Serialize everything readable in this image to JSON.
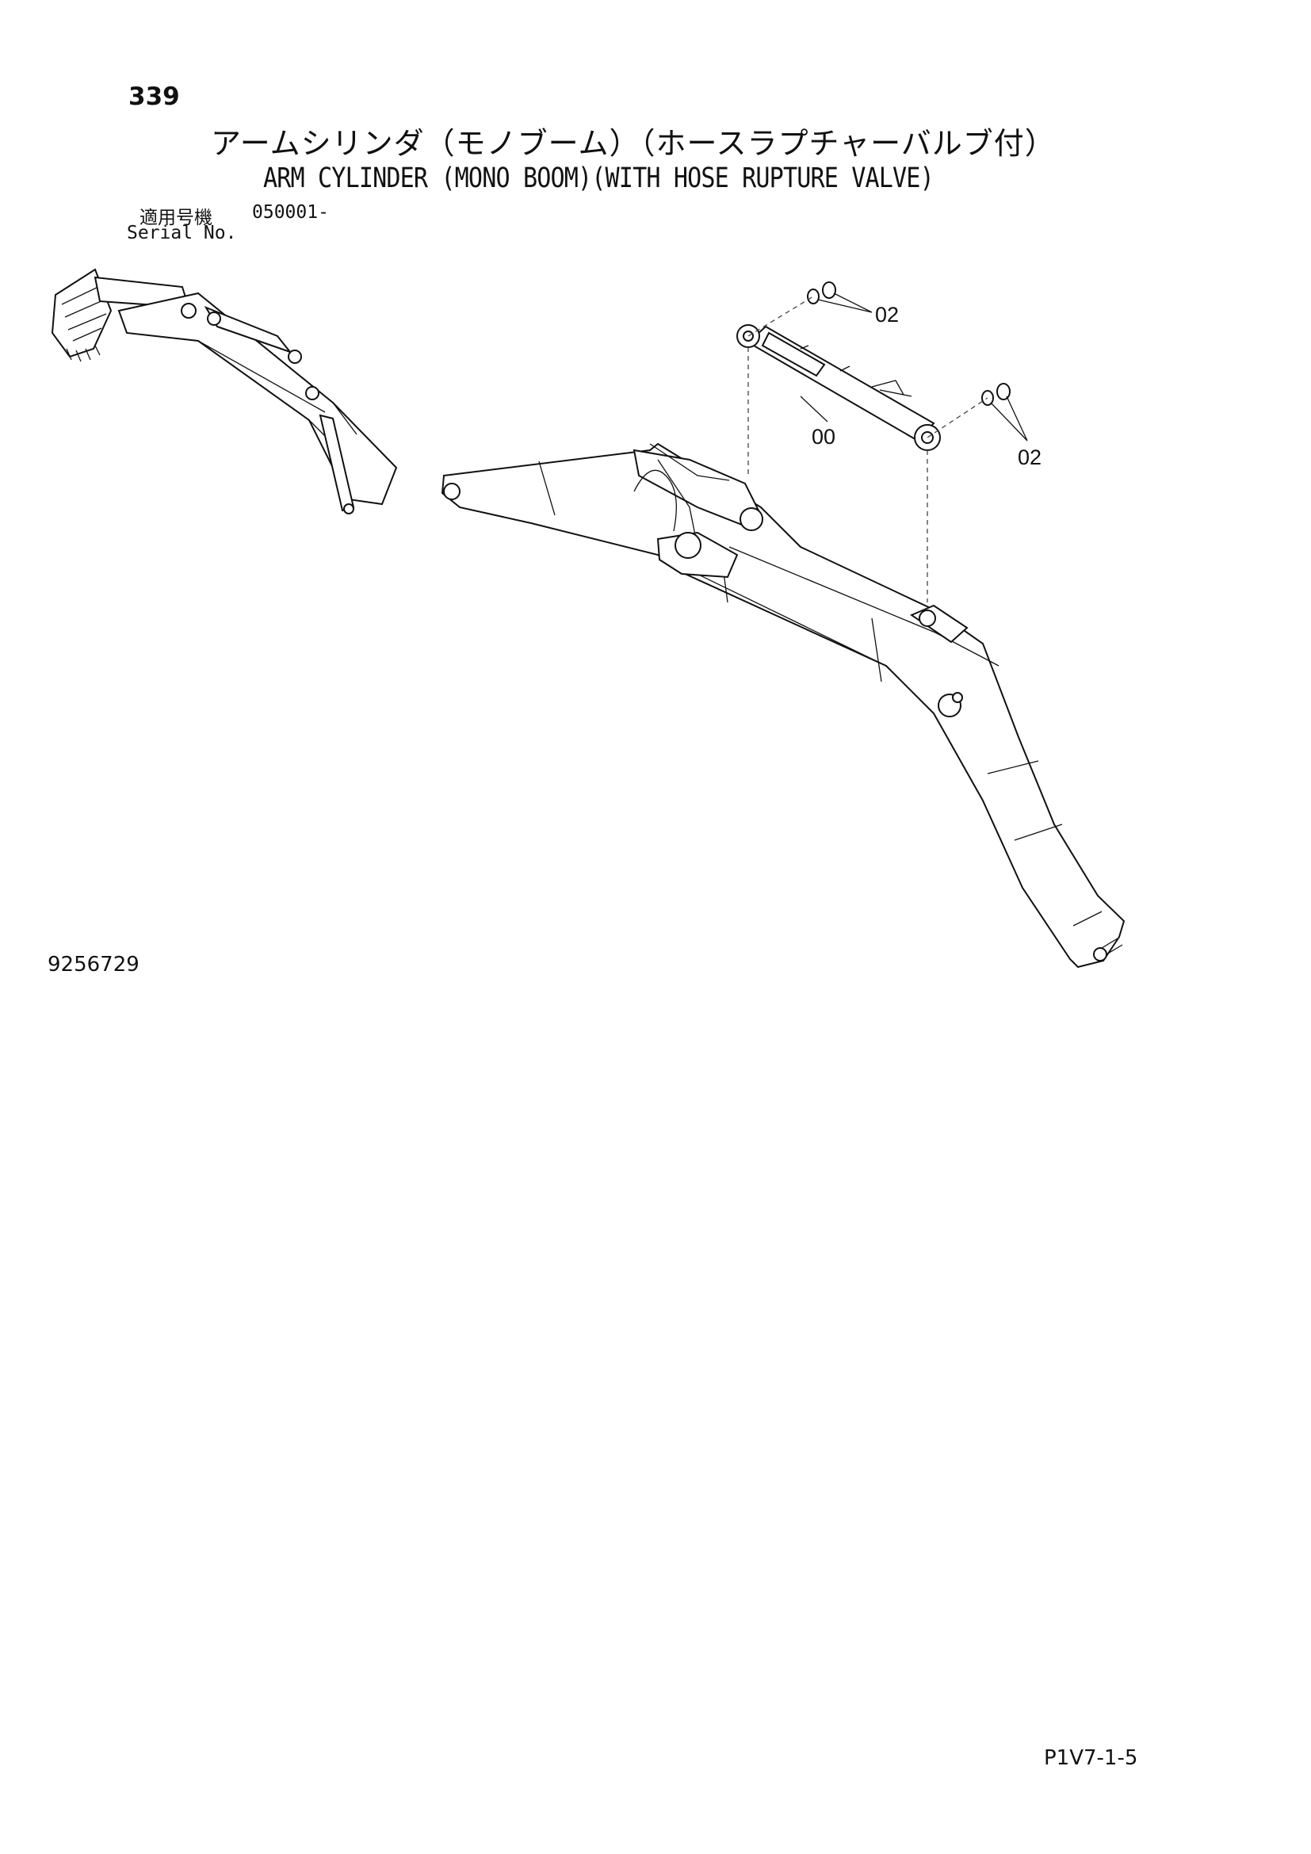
{
  "page": {
    "number": "339",
    "title_jp": "アームシリンダ（モノブーム）（ホースラプチャーバルブ付）",
    "title_en": "ARM CYLINDER (MONO BOOM)(WITH HOSE RUPTURE VALVE)",
    "serial_label_jp": "適用号機",
    "serial_value": "050001-",
    "serial_label_en": "Serial No.",
    "figure_number": "9256729",
    "page_reference": "P1V7-1-5"
  },
  "callouts": {
    "pin_top": "02",
    "cylinder": "00",
    "pin_bottom": "02"
  }
}
